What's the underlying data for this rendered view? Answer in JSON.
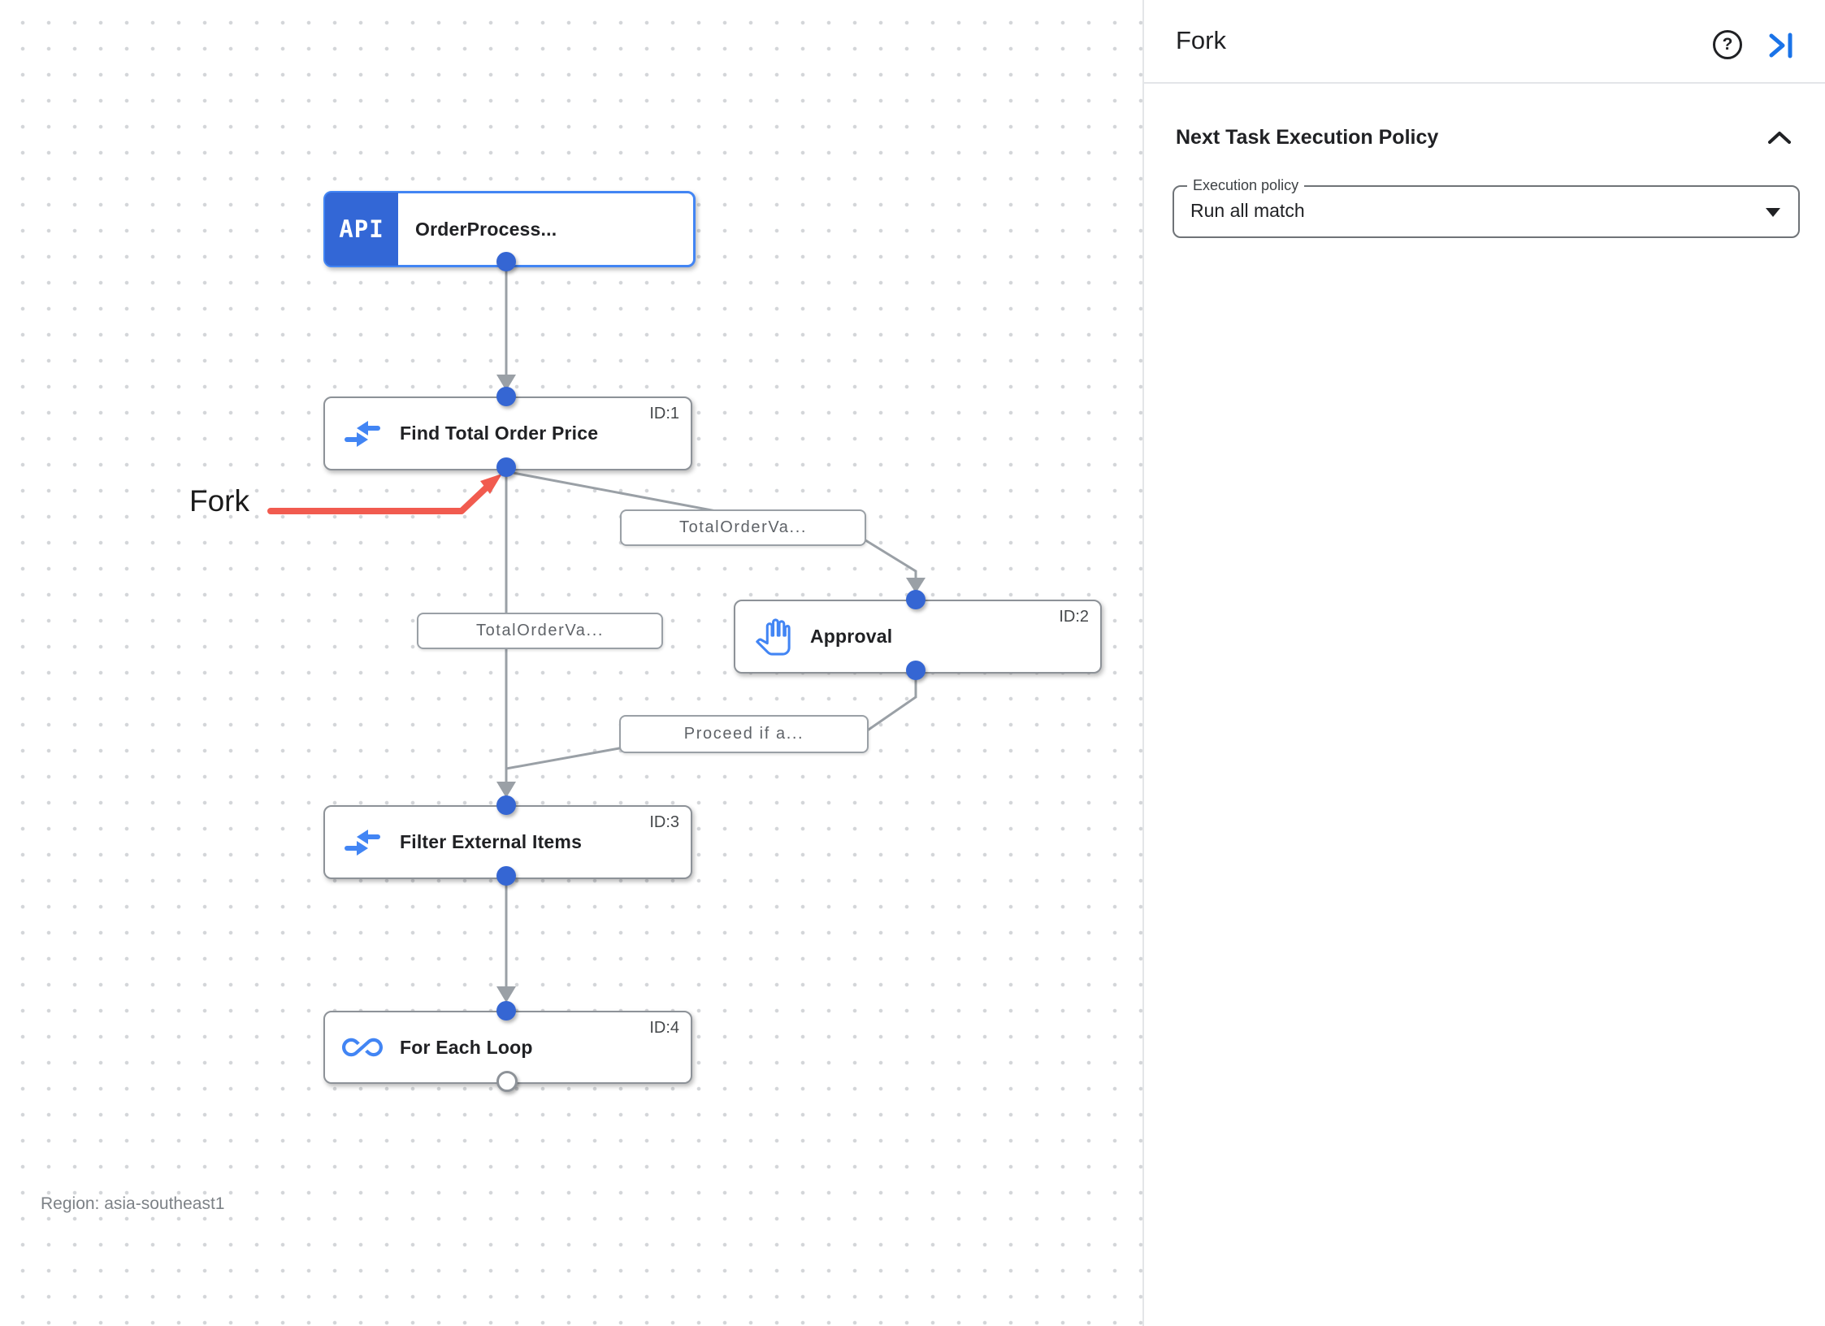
{
  "panel": {
    "title": "Fork",
    "help_icon": "help-circle-icon",
    "collapse_icon": "collapse-panel-right-icon",
    "section": {
      "title": "Next Task Execution Policy",
      "collapse_icon": "chevron-up-icon",
      "execution_policy": {
        "field_label": "Execution policy",
        "field_value": "Run all match"
      }
    }
  },
  "canvas": {
    "region_label": "Region: asia-southeast1",
    "fork_annotation": "Fork",
    "nodes": [
      {
        "title": "OrderProcess...",
        "id_label": "",
        "icon": "api-trigger-badge",
        "badge_text": "API",
        "selected": true
      },
      {
        "title": "Find Total Order Price",
        "id_label": "ID:1",
        "icon": "data-mapping-icon"
      },
      {
        "title": "Approval",
        "id_label": "ID:2",
        "icon": "approval-hand-icon"
      },
      {
        "title": "Filter External Items",
        "id_label": "ID:3",
        "icon": "data-mapping-icon"
      },
      {
        "title": "For Each Loop",
        "id_label": "ID:4",
        "icon": "for-each-loop-icon"
      }
    ],
    "edge_labels": [
      {
        "text": "TotalOrderVa..."
      },
      {
        "text": "TotalOrderVa..."
      },
      {
        "text": "Proceed if a..."
      }
    ],
    "colors": {
      "node_accent_blue": "#3367d6",
      "connector_gray": "#9aa0a6",
      "dot_blue": "#3566d3",
      "annotation_red": "#f15b4f",
      "icon_blue": "#4285f4",
      "panel_action_blue": "#1a73e8"
    }
  }
}
